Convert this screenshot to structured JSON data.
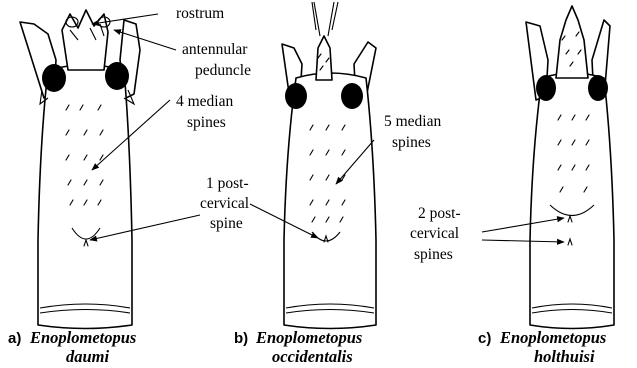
{
  "labels": {
    "rostrum": "rostrum",
    "antennular_1": "antennular",
    "antennular_2": "peduncle",
    "median4_1": "4 median",
    "median4_2": "spines",
    "post1_1": "1 post-",
    "post1_2": "cervical",
    "post1_3": "spine",
    "median5_1": "5 median",
    "median5_2": "spines",
    "post2_1": "2 post-",
    "post2_2": "cervical",
    "post2_3": "spines"
  },
  "captions": {
    "a": {
      "letter": "a)",
      "line1": "Enoplometopus",
      "line2": "daumi"
    },
    "b": {
      "letter": "b)",
      "line1": "Enoplometopus",
      "line2": "occidentalis"
    },
    "c": {
      "letter": "c)",
      "line1": "Enoplometopus",
      "line2": "holthuisi"
    }
  }
}
